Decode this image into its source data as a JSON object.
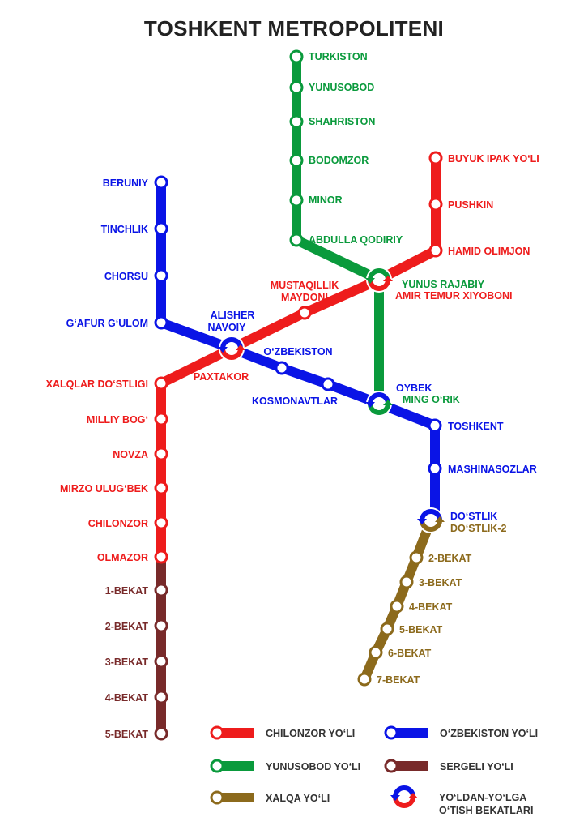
{
  "title": "TOSHKENT METROPOLITENI",
  "colors": {
    "chilonzor": "#ee1c1c",
    "ozbekiston": "#0a14e6",
    "yunusobod": "#0a9a3c",
    "sergeli": "#782a2a",
    "xalqa": "#8c6a1c",
    "text_dark": "#333333"
  },
  "lines": {
    "yunusobod": {
      "stations": [
        "TURKISTON",
        "YUNUSOBOD",
        "SHAHRISTON",
        "BODOMZOR",
        "MINOR",
        "ABDULLA QODIRIY"
      ]
    },
    "chilonzor": {
      "stations": [
        "BUYUK IPAK YO‘LI",
        "PUSHKIN",
        "HAMID OLIMJON",
        "MUSTAQILLIK MAYDONI",
        "XALQLAR DO‘STLIGI",
        "MILLIY BOG‘",
        "NOVZA",
        "MIRZO ULUG‘BEK",
        "CHILONZOR",
        "OLMAZOR"
      ]
    },
    "sergeli": {
      "stations": [
        "1-BEKAT",
        "2-BEKAT",
        "3-BEKAT",
        "4-BEKAT",
        "5-BEKAT"
      ]
    },
    "ozbekiston": {
      "stations": [
        "BERUNIY",
        "TINCHLIK",
        "CHORSU",
        "G‘AFUR G‘ULOM",
        "O‘ZBEKISTON",
        "KOSMONAVTLAR",
        "TOSHKENT",
        "MASHINASOZLAR"
      ]
    },
    "xalqa": {
      "stations": [
        "2-BEKAT",
        "3-BEKAT",
        "4-BEKAT",
        "5-BEKAT",
        "6-BEKAT",
        "7-BEKAT"
      ]
    }
  },
  "interchanges": {
    "yunus_amir": {
      "a": "YUNUS RAJABIY",
      "b": "AMIR TEMUR XIYOBONI"
    },
    "alisher_paxtakor": {
      "a": "ALISHER",
      "a2": "NAVOIY",
      "b": "PAXTAKOR"
    },
    "oybek_mingorik": {
      "a": "OYBEK",
      "b": "MING O‘RIK"
    },
    "dostlik": {
      "a": "DO‘STLIK",
      "b": "DO‘STLIK-2"
    }
  },
  "legend": {
    "chilonzor": "CHILONZOR YO‘LI",
    "ozbekiston": "O‘ZBEKISTON YO‘LI",
    "yunusobod": "YUNUSOBOD YO‘LI",
    "sergeli": "SERGELI YO‘LI",
    "xalqa": "XALQA YO‘LI",
    "transfer_1": "YO‘LDAN-YO‘LGA",
    "transfer_2": "O‘TISH BEKATLARI"
  }
}
